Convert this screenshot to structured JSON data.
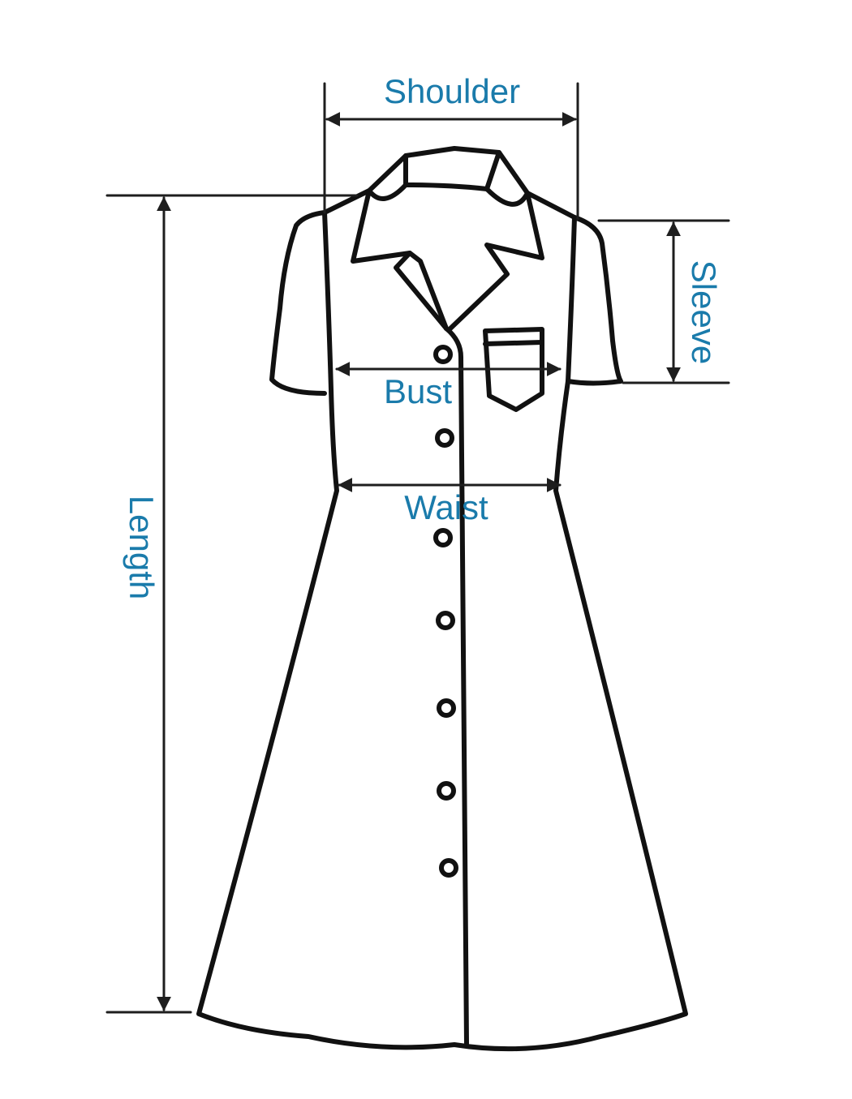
{
  "diagram": {
    "labels": {
      "shoulder": "Shoulder",
      "sleeve": "Sleeve",
      "bust": "Bust",
      "waist": "Waist",
      "length": "Length"
    },
    "colors": {
      "label": "#1a7bab",
      "outline": "#111111",
      "dimension": "#1e1e1e",
      "background": "#ffffff"
    }
  }
}
